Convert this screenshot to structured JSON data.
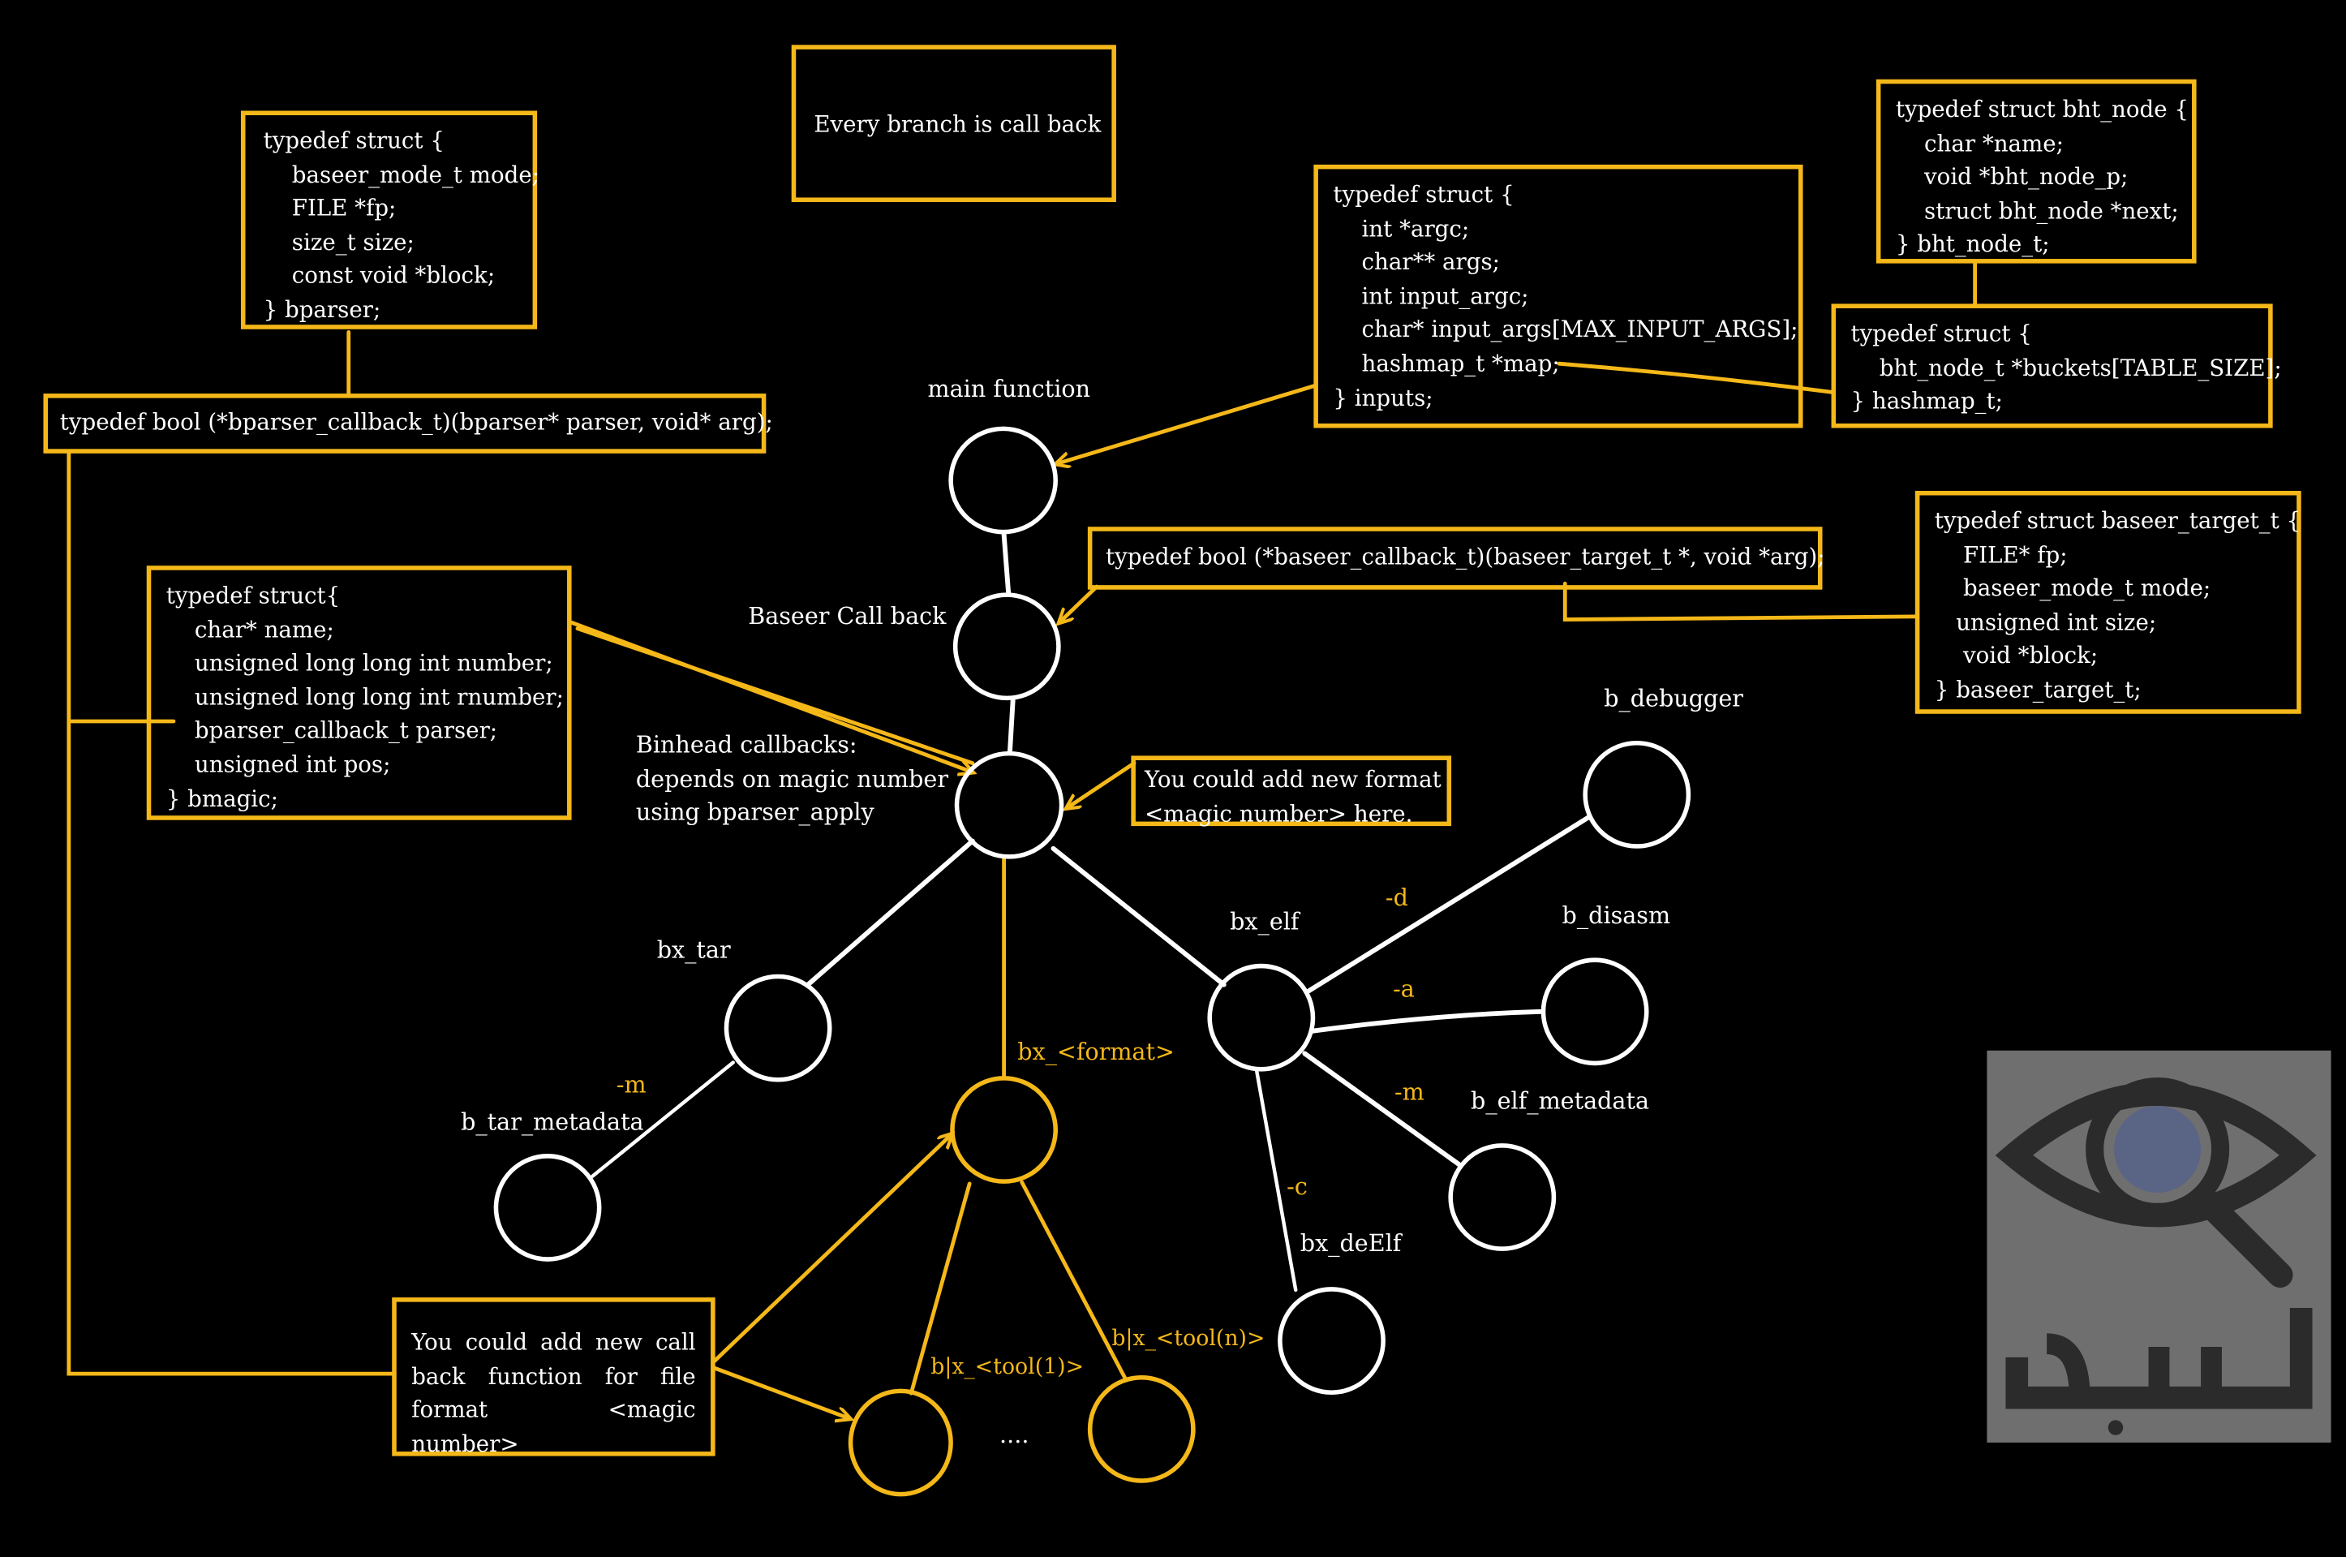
{
  "colors": {
    "background": "#000000",
    "accent": "#f5b819",
    "node": "#ffffff",
    "logo_bg": "#6f6f6f"
  },
  "boxes": {
    "call_back_note": "Every branch is call back",
    "bparser_struct": "typedef struct {\n    baseer_mode_t mode;\n    FILE *fp;\n    size_t size;\n    const void *block;\n} bparser;",
    "bparser_callback": "typedef bool (*bparser_callback_t)(bparser* parser, void* arg);",
    "bmagic_struct": "typedef struct{\n    char* name;\n    unsigned long long int number;\n    unsigned long long int rnumber;\n    bparser_callback_t parser;\n    unsigned int pos;\n} bmagic;",
    "inputs_struct": "typedef struct {\n    int *argc;\n    char** args;\n    int input_argc;\n    char* input_args[MAX_INPUT_ARGS];\n    hashmap_t *map;\n} inputs;",
    "bht_node_struct": "typedef struct bht_node {\n    char *name;\n    void *bht_node_p;\n    struct bht_node *next;\n} bht_node_t;",
    "hashmap_struct": "typedef struct {\n    bht_node_t *buckets[TABLE_SIZE];\n} hashmap_t;",
    "baseer_callback": "typedef bool (*baseer_callback_t)(baseer_target_t *, void *arg);",
    "baseer_target_struct": "typedef struct baseer_target_t {\n    FILE* fp;\n    baseer_mode_t mode;\n   unsigned int size;\n    void *block;\n} baseer_target_t;",
    "new_format_note": "You could add new format\n<magic number> here.",
    "new_callback_note": "You could add new call back function for file format <magic number>"
  },
  "labels": {
    "main_function": "main function",
    "baseer_call_back": "Baseer Call back",
    "binhead": "Binhead callbacks:\ndepends on magic number\nusing bparser_apply",
    "bx_tar": "bx_tar",
    "b_tar_metadata": "b_tar_metadata",
    "bx_format": "bx_<format>",
    "bx_elf": "bx_elf",
    "b_debugger": "b_debugger",
    "b_disasm": "b_disasm",
    "b_elf_metadata": "b_elf_metadata",
    "bx_deelf": "bx_deElf",
    "tool1": "b|x_<tool(1)>",
    "tooln": "b|x_<tool(n)>",
    "ellipsis": "....",
    "flag_m_tar": "-m",
    "flag_d": "-d",
    "flag_a": "-a",
    "flag_m_elf": "-m",
    "flag_c": "-c"
  },
  "logo": {
    "name": "baseer-eye-logo",
    "text": "بصير"
  }
}
